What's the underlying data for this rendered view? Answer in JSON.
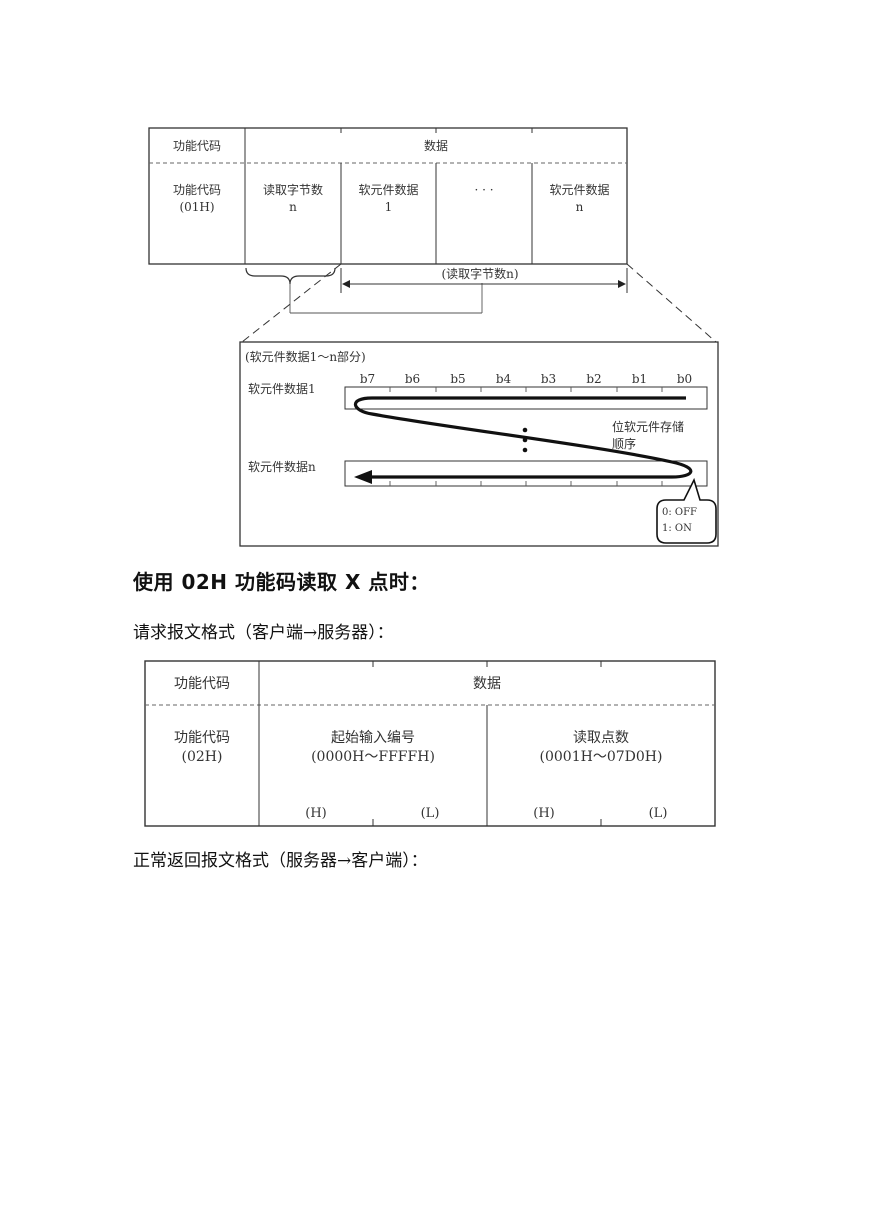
{
  "table1": {
    "header_func": "功能代码",
    "header_data": "数据",
    "func": [
      "功能代码",
      "(01H)"
    ],
    "bytecount": [
      "读取字节数",
      "n"
    ],
    "dev1": [
      "软元件数据",
      "1"
    ],
    "ellipsis": "· · ·",
    "devn": [
      "软元件数据",
      "n"
    ],
    "span_label": "(读取字节数n)"
  },
  "detail": {
    "caption": "(软元件数据1～n部分)",
    "bits": [
      "b7",
      "b6",
      "b5",
      "b4",
      "b3",
      "b2",
      "b1",
      "b0"
    ],
    "row1_label": "软元件数据1",
    "rown_label": "软元件数据n",
    "order_label": [
      "位软元件存储",
      "顺序"
    ],
    "bubble": [
      "0: OFF",
      "1: ON"
    ]
  },
  "heading": "使用 02H 功能码读取 X 点时：",
  "request_caption": "请求报文格式（客户端→服务器）：",
  "table2": {
    "header_func": "功能代码",
    "header_data": "数据",
    "func": [
      "功能代码",
      "(02H)"
    ],
    "start": [
      "起始输入编号",
      "(0000H～FFFFH)"
    ],
    "count": [
      "读取点数",
      "(0001H～07D0H)"
    ],
    "hl": [
      "(H)",
      "(L)",
      "(H)",
      "(L)"
    ]
  },
  "response_caption": "正常返回报文格式（服务器→客户端）："
}
